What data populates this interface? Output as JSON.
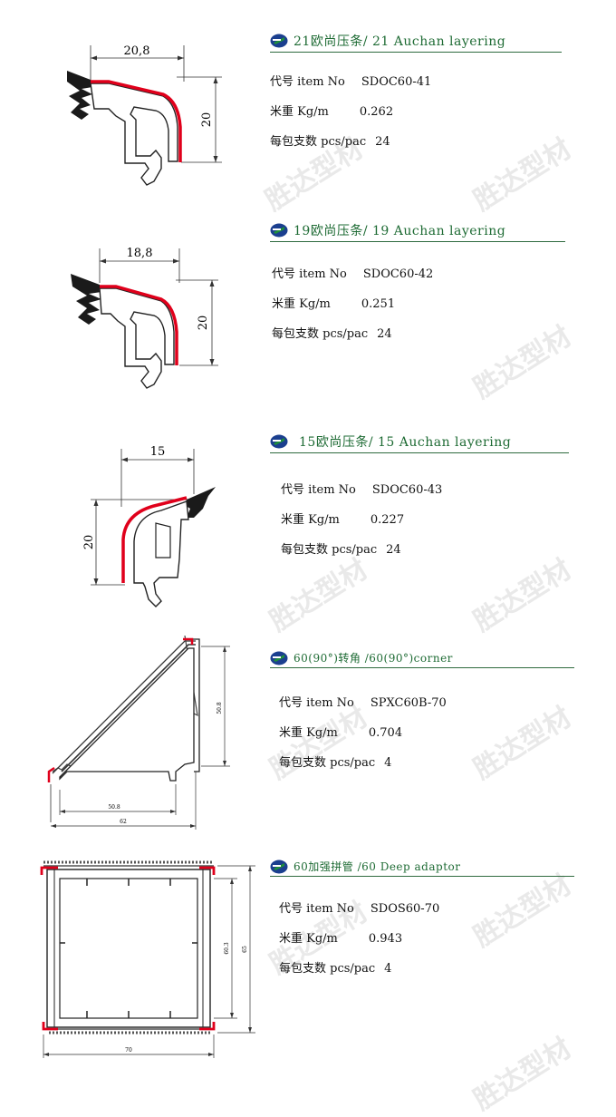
{
  "products": [
    {
      "title": "21欧尚压条/ 21 Auchan layering",
      "item_label": "代号  item No",
      "item_value": "SDOC60-41",
      "weight_label": "米重  Kg/m",
      "weight_value": "0.262",
      "pack_label": "每包支数 pcs/pac",
      "pack_value": "24",
      "dims": {
        "width": "20,8",
        "height": "20"
      }
    },
    {
      "title": "19欧尚压条/ 19 Auchan layering",
      "item_label": "代号  item No",
      "item_value": "SDOC60-42",
      "weight_label": "米重  Kg/m",
      "weight_value": "0.251",
      "pack_label": "每包支数 pcs/pac",
      "pack_value": "24",
      "dims": {
        "width": "18,8",
        "height": "20"
      }
    },
    {
      "title": "15欧尚压条/ 15 Auchan layering",
      "item_label": "代号  item No",
      "item_value": "SDOC60-43",
      "weight_label": "米重  Kg/m",
      "weight_value": "0.227",
      "pack_label": "每包支数 pcs/pac",
      "pack_value": "24",
      "dims": {
        "width": "15",
        "height": "20"
      }
    },
    {
      "title": "60(90°)转角 /60(90°)corner",
      "item_label": "代号  item No",
      "item_value": "SPXC60B-70",
      "weight_label": "米重  Kg/m",
      "weight_value": "0.704",
      "pack_label": "每包支数 pcs/pac",
      "pack_value": "4",
      "dims": {
        "bottom_inner": "50.8",
        "bottom_total": "62",
        "height": "50.8"
      }
    },
    {
      "title": "60加强拼管 /60 Deep adaptor",
      "item_label": "代号  item No",
      "item_value": "SDOS60-70",
      "weight_label": "米重  Kg/m",
      "weight_value": "0.943",
      "pack_label": "每包支数 pcs/pac",
      "pack_value": "4",
      "dims": {
        "width": "70",
        "inner_height": "60.3",
        "total_height": "65"
      }
    }
  ],
  "watermark": "胜达型材",
  "colors": {
    "accent_red": "#e0001b",
    "title_green": "#1e6b34",
    "logo_blue": "#1b3f8f",
    "logo_green": "#1f8f3a"
  }
}
